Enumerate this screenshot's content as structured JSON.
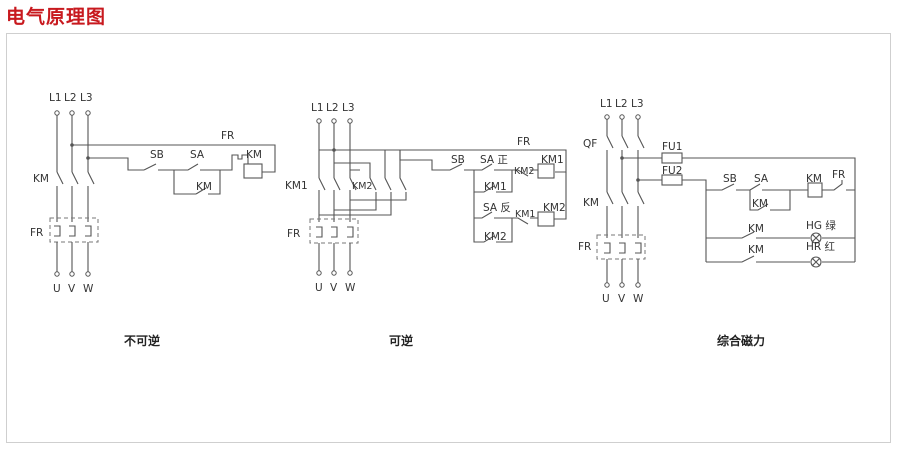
{
  "header": {
    "title": "电气原理图"
  },
  "diagram1": {
    "caption": "不可逆",
    "phases": [
      "L1",
      "L2",
      "L3"
    ],
    "outputs": [
      "U",
      "V",
      "W"
    ],
    "labels": {
      "contactor": "KM",
      "relay": "FR",
      "stop": "SB",
      "start": "SA",
      "coil": "KM",
      "fr_contact": "FR",
      "hold": "KM"
    }
  },
  "diagram2": {
    "caption": "可逆",
    "phases": [
      "L1",
      "L2",
      "L3"
    ],
    "outputs": [
      "U",
      "V",
      "W"
    ],
    "labels": {
      "km1": "KM1",
      "km2": "KM2",
      "relay": "FR",
      "stop": "SB",
      "start_fwd": "SA 正",
      "start_rev": "SA 反",
      "interlock_km2": "KM2",
      "interlock_km1": "KM1",
      "coil_km1": "KM1",
      "coil_km2": "KM2",
      "hold_km1": "KM1",
      "hold_km2": "KM2",
      "fr_contact": "FR"
    }
  },
  "diagram3": {
    "caption": "综合磁力",
    "phases": [
      "L1",
      "L2",
      "L3"
    ],
    "outputs": [
      "U",
      "V",
      "W"
    ],
    "labels": {
      "breaker": "QF",
      "contactor": "KM",
      "relay": "FR",
      "fuse1": "FU1",
      "fuse2": "FU2",
      "stop": "SB",
      "start": "SA",
      "hold": "KM",
      "coil": "KM",
      "fr_contact": "FR",
      "lamp_contact_green": "KM",
      "lamp_contact_red": "KM",
      "lamp_green": "HG 绿",
      "lamp_red": "HR 红"
    }
  }
}
